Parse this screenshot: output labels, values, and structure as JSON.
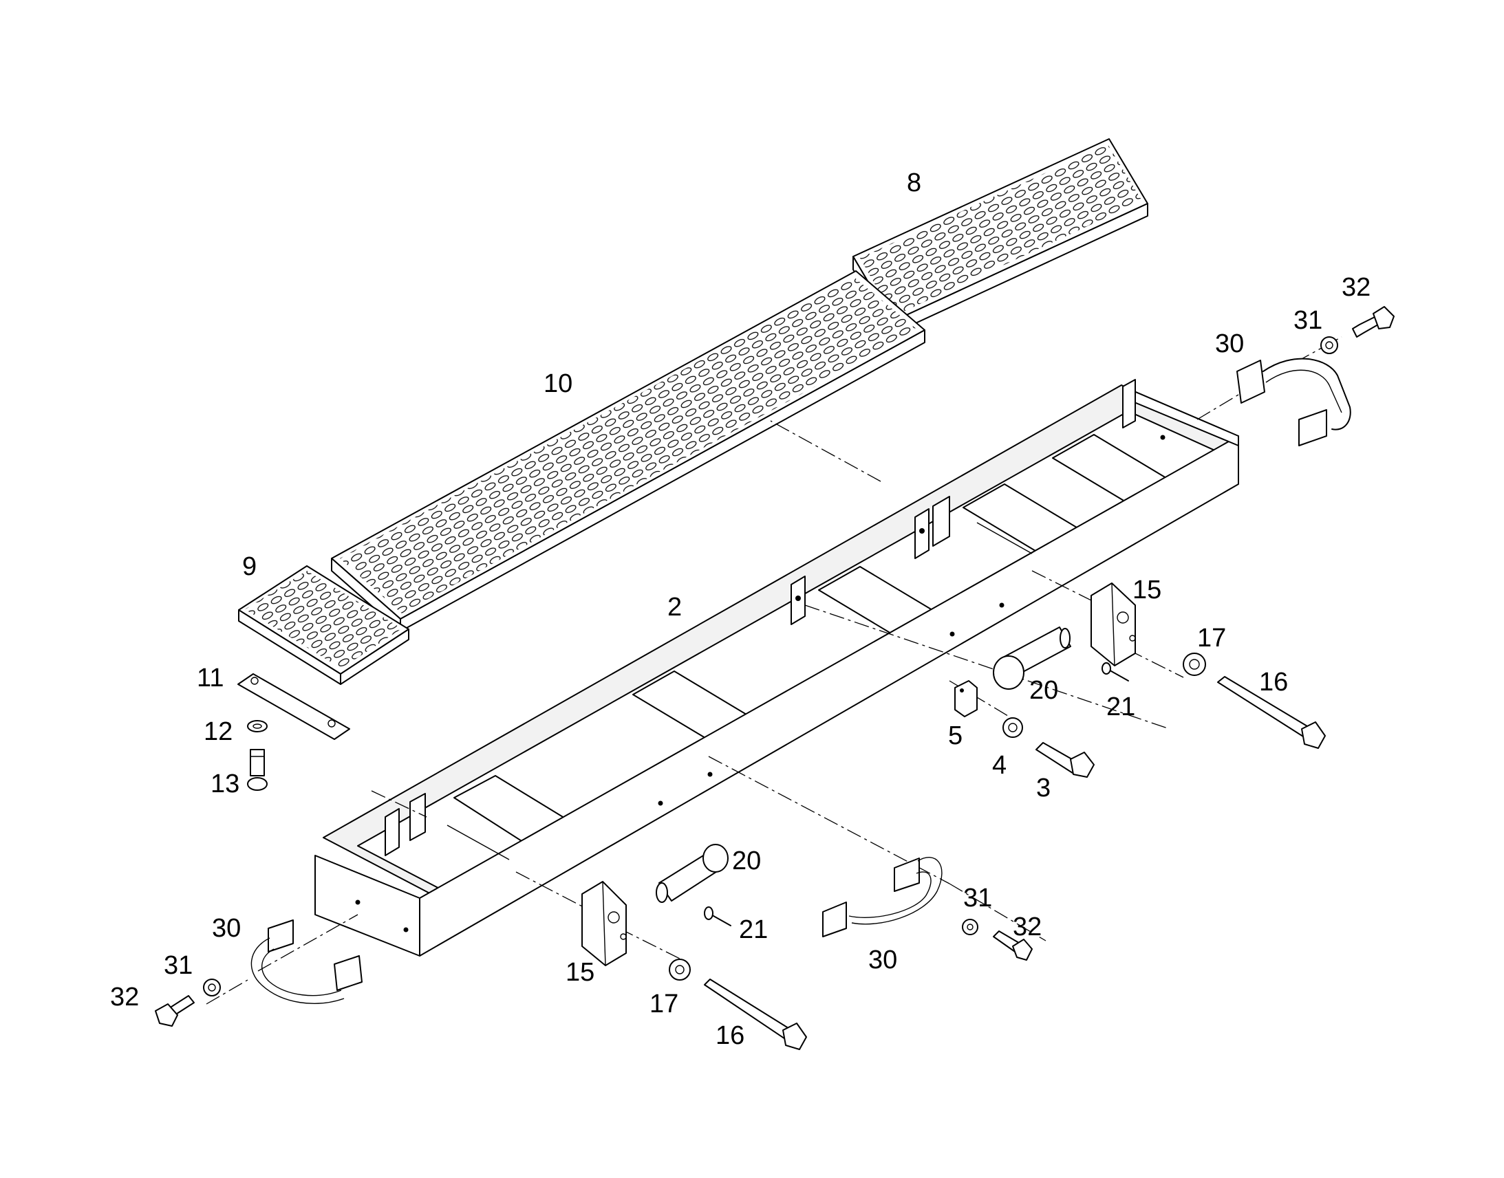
{
  "callouts": {
    "c2": "2",
    "c3": "3",
    "c4": "4",
    "c5": "5",
    "c8": "8",
    "c9": "9",
    "c10": "10",
    "c11": "11",
    "c12": "12",
    "c13": "13",
    "c15a": "15",
    "c15b": "15",
    "c16a": "16",
    "c16b": "16",
    "c17a": "17",
    "c17b": "17",
    "c20a": "20",
    "c20b": "20",
    "c21a": "21",
    "c21b": "21",
    "c30a": "30",
    "c30b": "30",
    "c30c": "30",
    "c31a": "31",
    "c31b": "31",
    "c31c": "31",
    "c32a": "32",
    "c32b": "32",
    "c32c": "32"
  }
}
